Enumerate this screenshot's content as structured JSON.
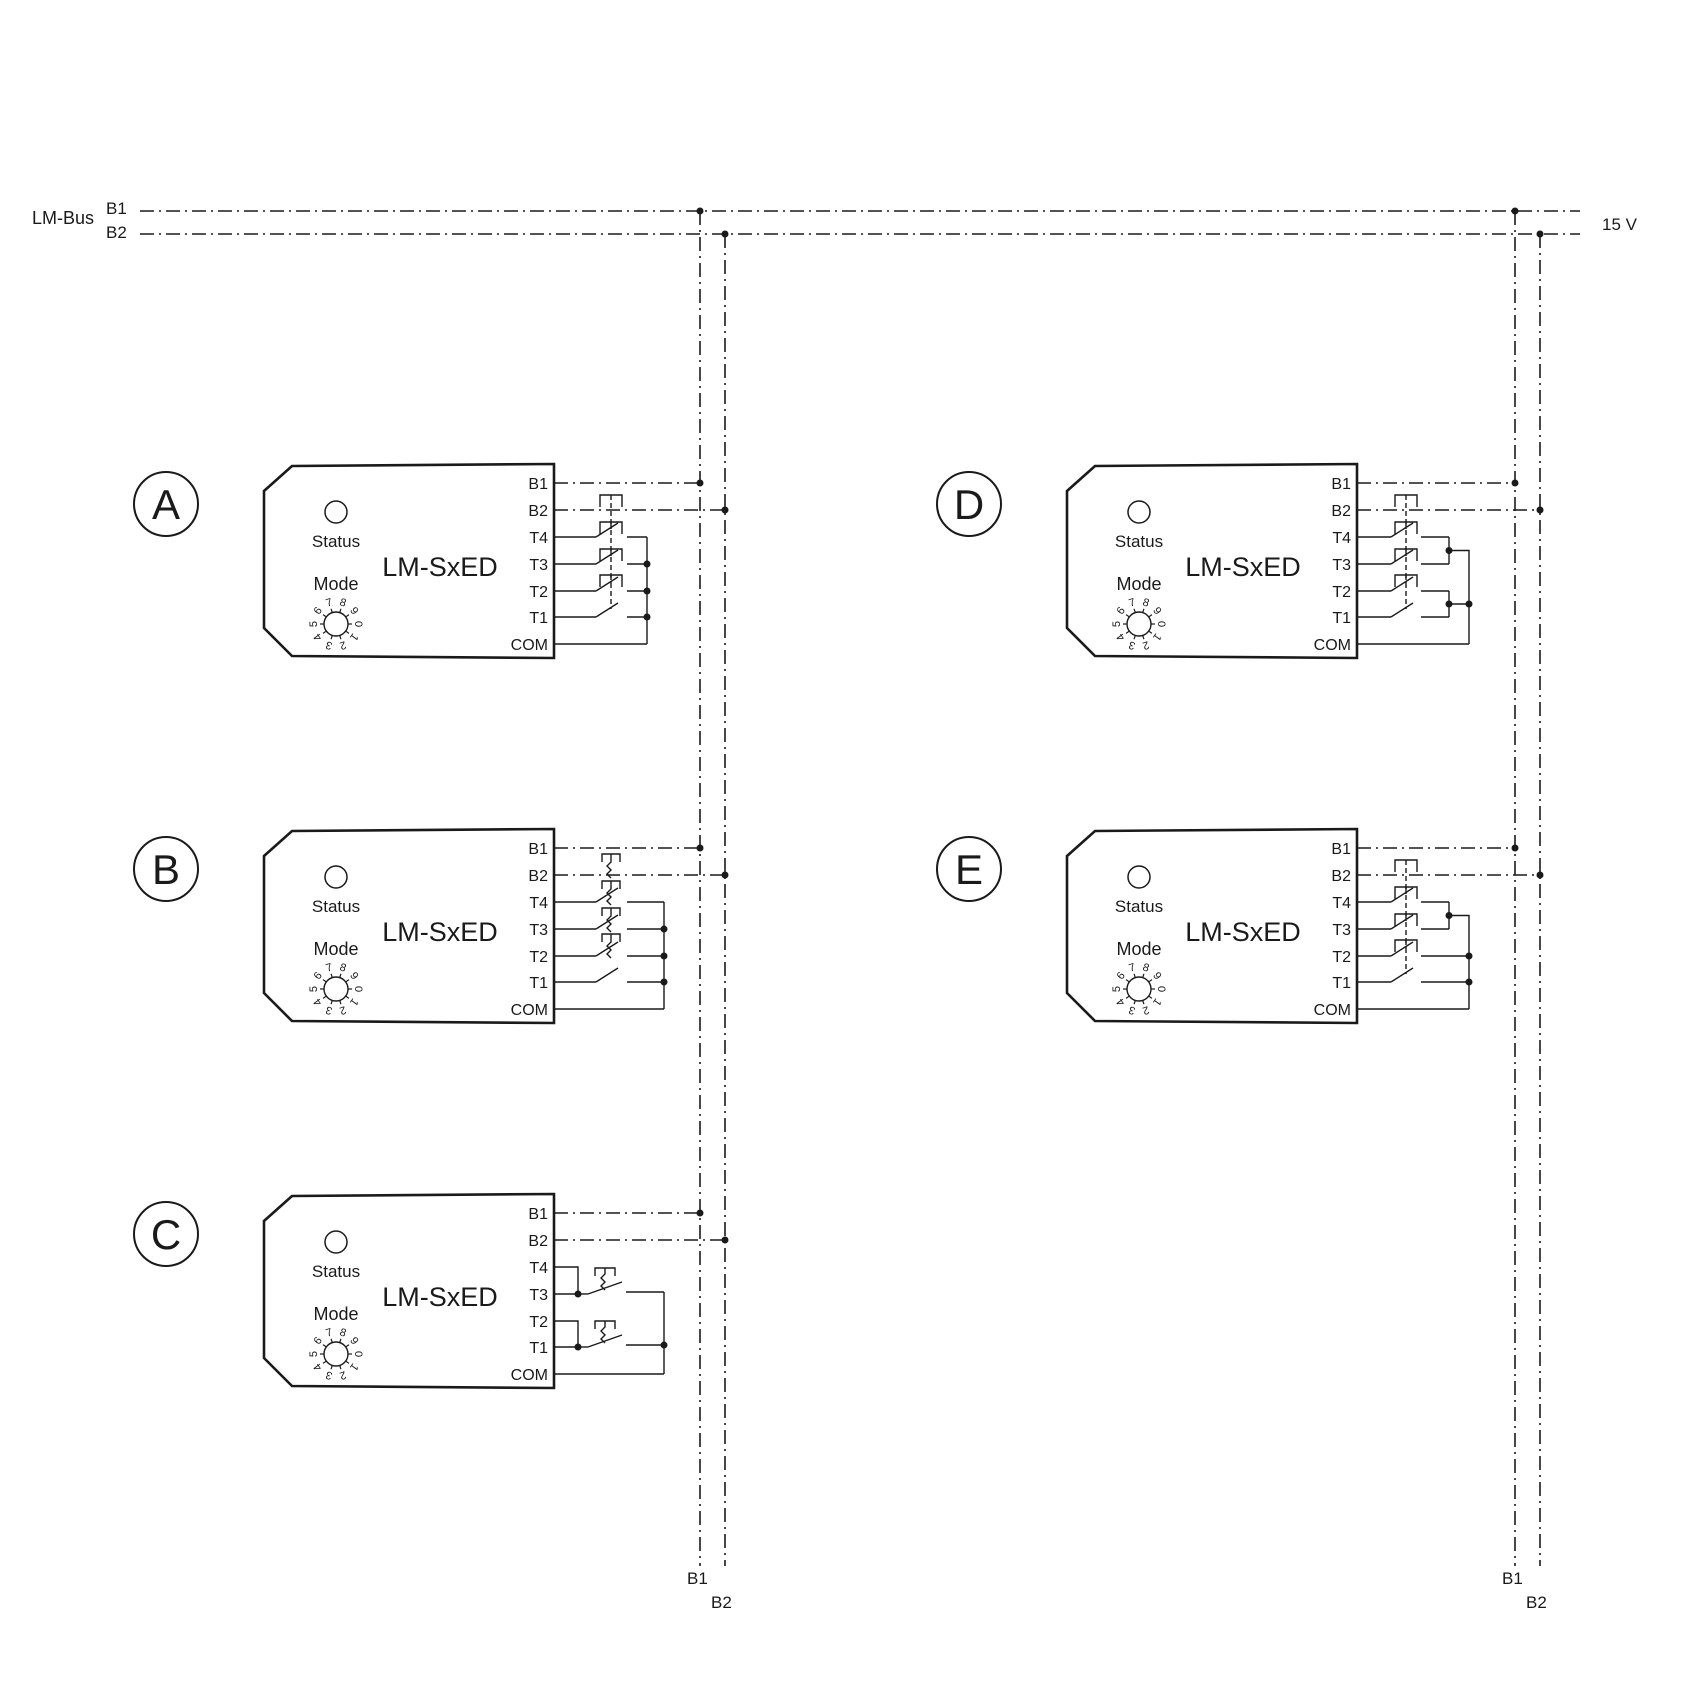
{
  "bus": {
    "label": "LM-Bus",
    "line1": "B1",
    "line2": "B2",
    "voltage": "15 V",
    "drop_labels": [
      {
        "b1": "B1",
        "b2": "B2"
      },
      {
        "b1": "B1",
        "b2": "B2"
      }
    ]
  },
  "modules": [
    {
      "id": "A",
      "name": "LM-SxED",
      "status_label": "Status",
      "mode_label": "Mode",
      "terminals": [
        "B1",
        "B2",
        "T4",
        "T3",
        "T2",
        "T1",
        "COM"
      ],
      "wiring": "4 single latching switches, T1–T4 each to COM"
    },
    {
      "id": "B",
      "name": "LM-SxED",
      "status_label": "Status",
      "mode_label": "Mode",
      "terminals": [
        "B1",
        "B2",
        "T4",
        "T3",
        "T2",
        "T1",
        "COM"
      ],
      "wiring": "4 single push-buttons, T1–T4 each to COM"
    },
    {
      "id": "C",
      "name": "LM-SxED",
      "status_label": "Status",
      "mode_label": "Mode",
      "terminals": [
        "B1",
        "B2",
        "T4",
        "T3",
        "T2",
        "T1",
        "COM"
      ],
      "wiring": "2 push-buttons, T4+T3 and T2+T1 bridged"
    },
    {
      "id": "D",
      "name": "LM-SxED",
      "status_label": "Status",
      "mode_label": "Mode",
      "terminals": [
        "B1",
        "B2",
        "T4",
        "T3",
        "T2",
        "T1",
        "COM"
      ],
      "wiring": "4 latching switches in pairs (T4/T3, T2/T1) to COM"
    },
    {
      "id": "E",
      "name": "LM-SxED",
      "status_label": "Status",
      "mode_label": "Mode",
      "terminals": [
        "B1",
        "B2",
        "T4",
        "T3",
        "T2",
        "T1",
        "COM"
      ],
      "wiring": "T4/T3 paired, T2 and T1 individual to COM"
    }
  ],
  "dial": {
    "digits": [
      "0",
      "1",
      "2",
      "3",
      "4",
      "5",
      "6",
      "7",
      "8",
      "9"
    ]
  }
}
